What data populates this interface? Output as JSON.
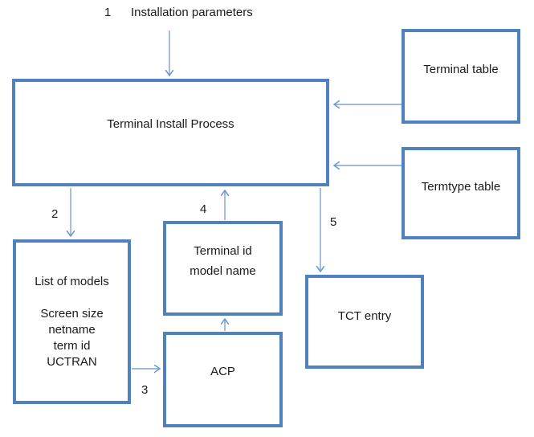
{
  "labels": {
    "step1": {
      "number": "1",
      "text": "Installation parameters"
    },
    "step2": "2",
    "step3": "3",
    "step4": "4",
    "step5": "5"
  },
  "boxes": {
    "process": {
      "label": "Terminal Install Process"
    },
    "terminal_table": {
      "label": "Terminal table"
    },
    "termtype_table": {
      "label": "Termtype table"
    },
    "list_of_models": {
      "lines": [
        "List of models",
        "",
        "Screen size",
        "netname",
        "term id",
        "UCTRAN"
      ]
    },
    "terminal_id": {
      "lines": [
        "Terminal id",
        "model name"
      ]
    },
    "acp": {
      "label": "ACP"
    },
    "tct_entry": {
      "label": "TCT entry"
    }
  },
  "connections": [
    {
      "from": "installation-parameters",
      "to": "process",
      "step": "1"
    },
    {
      "from": "process",
      "to": "list-of-models",
      "step": "2"
    },
    {
      "from": "list-of-models",
      "to": "acp",
      "step": "3"
    },
    {
      "from": "terminal-id-model-name",
      "to": "process",
      "step": "4"
    },
    {
      "from": "process",
      "to": "tct-entry",
      "step": "5"
    },
    {
      "from": "terminal-table",
      "to": "process"
    },
    {
      "from": "termtype-table",
      "to": "process"
    },
    {
      "from": "acp",
      "to": "terminal-id-model-name"
    }
  ],
  "colors": {
    "box_border": "#4f81bd",
    "arrow": "#7da2d0",
    "text": "#1a1a1a",
    "background": "#ffffff"
  }
}
